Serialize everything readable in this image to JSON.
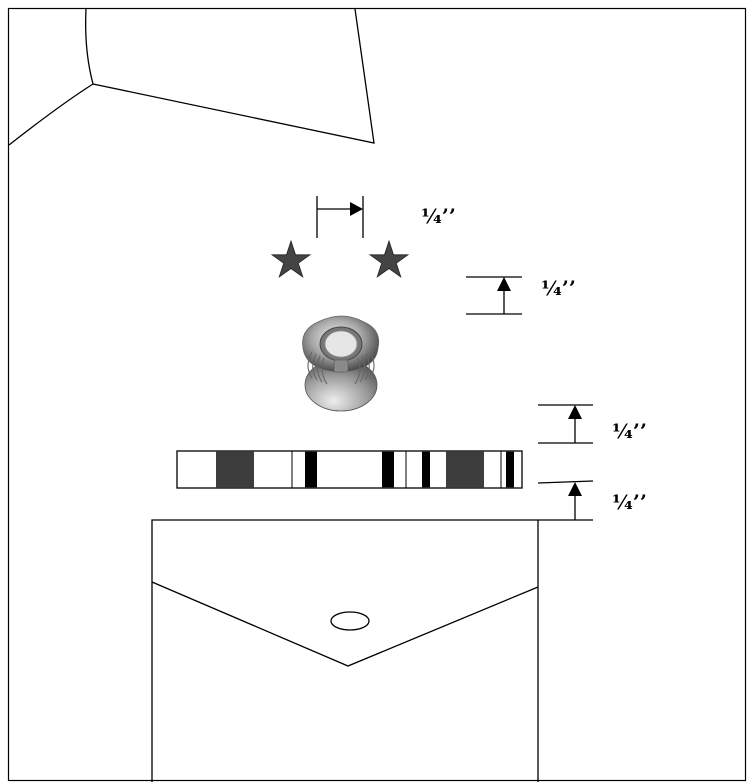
{
  "diagram": {
    "colors": {
      "outline": "#000000",
      "star_fill": "#444444",
      "ribbon_dark": "#3d3d3d",
      "ribbon_black": "#000000",
      "paper": "#ffffff"
    },
    "icons": [
      "star-icon",
      "diver-helmet-badge-icon",
      "button-icon",
      "arrow-up-icon",
      "arrow-right-icon"
    ],
    "star_count": 2,
    "dimension_labels": {
      "star_spacing": "¼’’",
      "stars_to_badge": "¼’’",
      "badge_to_ribbon": "¼’’",
      "ribbon_to_pocket": "¼’’"
    }
  }
}
